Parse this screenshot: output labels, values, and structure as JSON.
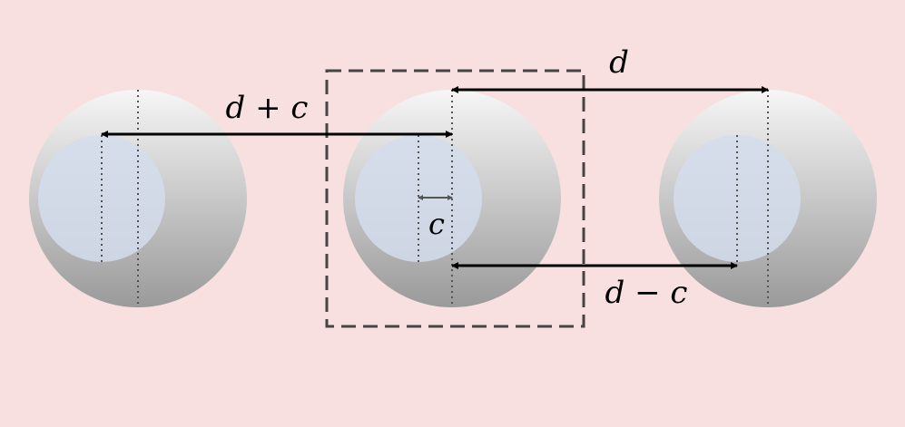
{
  "colors": {
    "background": "#f8e0e0",
    "sphere_light": "#f6f6f6",
    "sphere_dark": "#9a9a9a",
    "inner_circle": "#d4dcec",
    "arrow": "#000000",
    "small_arrow": "#555555",
    "dashed_box": "#444444"
  },
  "labels": {
    "d_plus_c": "d + c",
    "d": "d",
    "c": "c",
    "d_minus_c": "d − c"
  }
}
